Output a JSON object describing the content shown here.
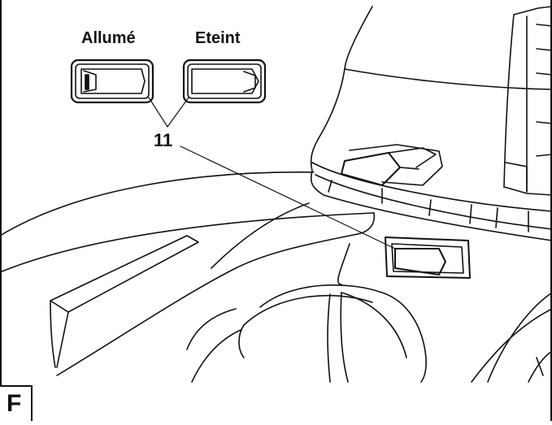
{
  "figure": {
    "panel_letter": "F",
    "switch_state_on_label": "Allumé",
    "switch_state_off_label": "Eteint",
    "callout_number": "11"
  }
}
